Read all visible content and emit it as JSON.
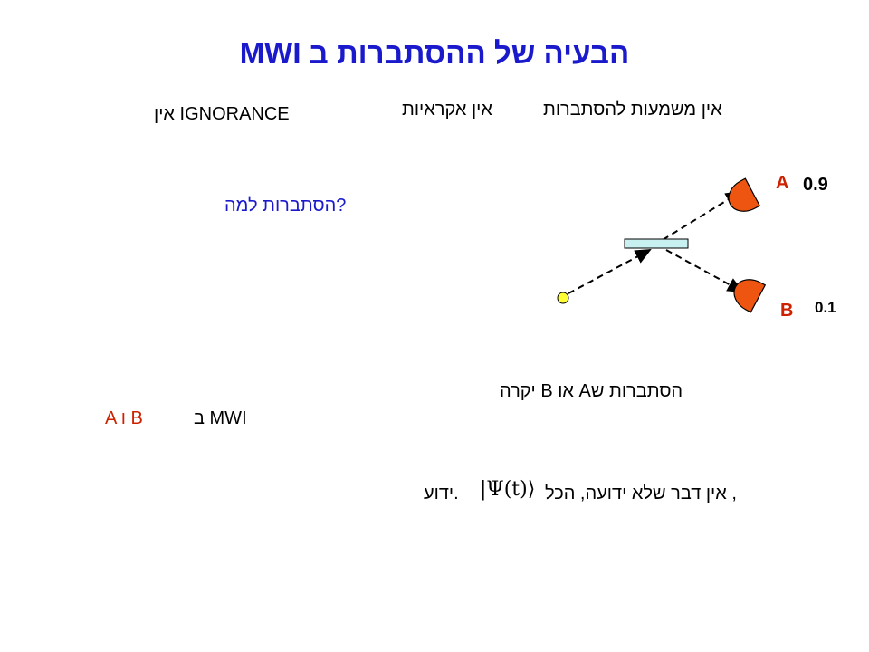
{
  "title": "הבעיה של ההסתברות ב MWI",
  "top_row": {
    "no_meaning": "אין משמעות להסתברות",
    "no_randomness": "אין אקראיות",
    "no_ignorance": "אין IGNORANCE"
  },
  "probability_question": "הסתברות למה?",
  "diagram": {
    "detector_a_label": "A",
    "detector_b_label": "B",
    "prob_a": "0.9",
    "prob_b": "0.1"
  },
  "probability_statement": "הסתברות שA או B יקרה",
  "mwi_line": {
    "prefix": "ב MWI",
    "outcome": "A ו B"
  },
  "known_line": {
    "before": "אין דבר שלא ידועה, הכל ,",
    "state": "|Ψ(t)⟩",
    "after": "ידוע."
  },
  "colors": {
    "title": "#1a1acc",
    "detector": "#ee5511",
    "label_red": "#cc2200",
    "source": "#ffff33",
    "beam_splitter": "#c8f0f0"
  }
}
